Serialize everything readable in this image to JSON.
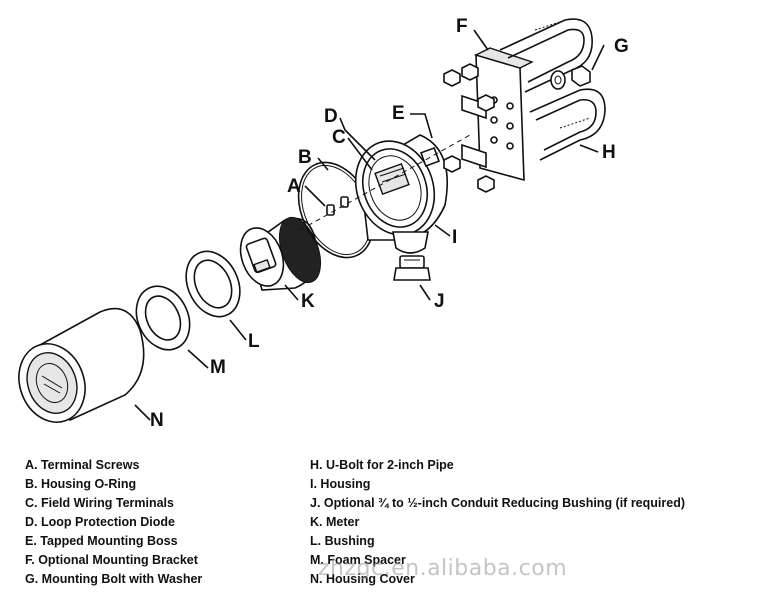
{
  "callouts": {
    "a": "A",
    "b": "B",
    "c": "C",
    "d": "D",
    "e": "E",
    "f": "F",
    "g": "G",
    "h": "H",
    "i": "I",
    "j": "J",
    "k": "K",
    "l": "L",
    "m": "M",
    "n": "N"
  },
  "legend_left": [
    "A. Terminal Screws",
    "B. Housing O-Ring",
    "C. Field Wiring Terminals",
    "D. Loop Protection Diode",
    "E. Tapped Mounting Boss",
    "F. Optional Mounting Bracket",
    "G. Mounting Bolt with Washer"
  ],
  "legend_right": [
    "H. U-Bolt for 2-inch Pipe",
    "I. Housing",
    "J. Optional ¾ to ½-inch Conduit Reducing Bushing (if required)",
    "K. Meter",
    "L. Bushing",
    "M. Foam Spacer",
    "N. Housing Cover"
  ],
  "watermark": "zhzgc.en.alibaba.com"
}
